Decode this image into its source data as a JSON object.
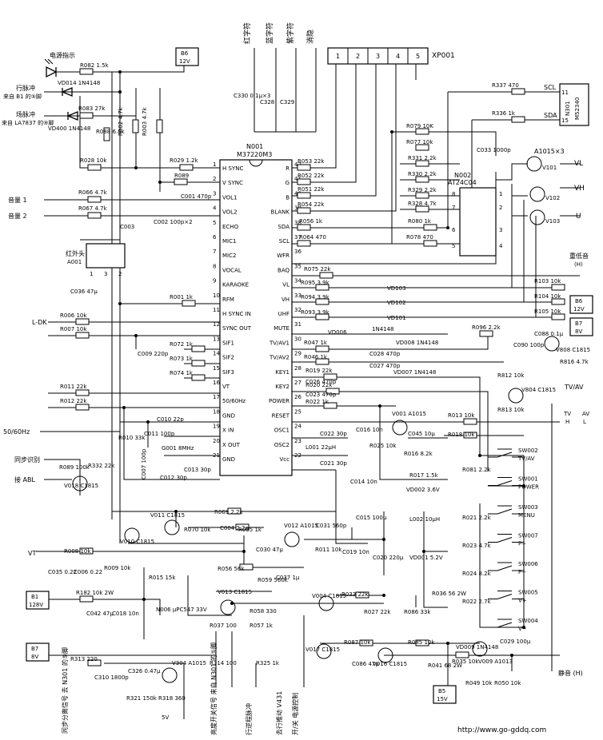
{
  "top_labels": {
    "t1": "红字符",
    "t2": "蓝字符",
    "t3": "紫字符",
    "t4": "消隐",
    "xp001": "XP001",
    "xp_pins": [
      "1",
      "2",
      "3",
      "4",
      "5"
    ]
  },
  "left_labels": {
    "power_led": "电源指示",
    "hsync_in": "行脉冲",
    "hsync_src": "来自 B1 的⑤脚",
    "vsync_in": "场脉冲",
    "vsync_src": "来自 LA7837 的⑨脚",
    "vol1": "音量 1",
    "vol2": "音量 2",
    "ir": "红外头",
    "ir_ref": "A001",
    "ldk": "L-DK",
    "ff5060": "50/60Hz",
    "sync_id": "同步识别",
    "abl": "接 ABL",
    "vt": "VT"
  },
  "bottom_labels": {
    "b1": "同步分离信号 去 N301 的⑤脚",
    "b2": "亮度开关信号 来自 N301 的⑤脚",
    "b3": "行逆程脉冲",
    "b4": "去行推动 V431",
    "b5": "开/关 电源控制",
    "url": "http://www.go-gddq.com",
    "five_v": "5V"
  },
  "chip": {
    "ref": "N001",
    "part": "M37220M3",
    "left_pins": [
      [
        "1",
        "H SYNC"
      ],
      [
        "2",
        "V SYNC"
      ],
      [
        "3",
        "VOL1"
      ],
      [
        "4",
        "VOL2"
      ],
      [
        "5",
        "ECHO"
      ],
      [
        "6",
        "MIC1"
      ],
      [
        "7",
        "MIC2"
      ],
      [
        "8",
        "VOCAL"
      ],
      [
        "9",
        "KARAOKE"
      ],
      [
        "10",
        "RFM"
      ],
      [
        "11",
        "H SYNC IN"
      ],
      [
        "12",
        "SYNC OUT"
      ],
      [
        "13",
        "SIF1"
      ],
      [
        "14",
        "SIF2"
      ],
      [
        "15",
        "SIF3"
      ],
      [
        "16",
        "VT"
      ],
      [
        "17",
        "50/60Hz"
      ],
      [
        "18",
        "GND"
      ],
      [
        "19",
        "X IN"
      ],
      [
        "20",
        "X OUT"
      ],
      [
        "21",
        "GND"
      ]
    ],
    "right_pins": [
      [
        "42",
        "R"
      ],
      [
        "41",
        "G"
      ],
      [
        "40",
        "B"
      ],
      [
        "39",
        "BLANK"
      ],
      [
        "38",
        "SDA"
      ],
      [
        "37",
        "SCL"
      ],
      [
        "36",
        "WFR"
      ],
      [
        "35",
        "BAQ"
      ],
      [
        "34",
        "VL"
      ],
      [
        "33",
        "VH"
      ],
      [
        "32",
        "UHF"
      ],
      [
        "31",
        "MUTE"
      ],
      [
        "30",
        "TV/AV1"
      ],
      [
        "29",
        "TV/AV2"
      ],
      [
        "28",
        "KEY1"
      ],
      [
        "27",
        "KEY2"
      ],
      [
        "26",
        "POWER"
      ],
      [
        "25",
        "RESET"
      ],
      [
        "24",
        "OSC1"
      ],
      [
        "23",
        "OSC2"
      ],
      [
        "22",
        "Vcc"
      ]
    ]
  },
  "eeprom": {
    "ref": "N002",
    "part": "AT24C04",
    "pins": [
      "8",
      "7",
      "6",
      "5",
      "1",
      "2",
      "3",
      "4"
    ]
  },
  "n301": {
    "ref": "N301",
    "part": "M52340",
    "pins": [
      "11",
      "15"
    ],
    "scl": "SCL",
    "sda": "SDA"
  },
  "tuner_out": {
    "title": "A1015×3",
    "vl": "VL",
    "vh": "VH",
    "u": "U",
    "v101": "V101",
    "v102": "V102",
    "v103": "V103"
  },
  "power_boxes": {
    "b6a": "B6 12V",
    "b6b": "B6 12V",
    "b7a": "B7 8V",
    "b1": "B1 128V",
    "b7b": "B7 8V",
    "b5": "B5 15V"
  },
  "right_labels": {
    "heavy_bass": "重低音",
    "heavy_bass_h": "(H)",
    "mute": "静音 (H)",
    "tvav": "TV/AV",
    "tv": "TV",
    "av": "AV",
    "h": "H",
    "l": "L"
  },
  "switches": [
    [
      "SW002",
      "TV/AV"
    ],
    [
      "SW001",
      "POWER"
    ],
    [
      "SW003",
      "MENU"
    ],
    [
      "SW007",
      "P+"
    ],
    [
      "SW006",
      "P−"
    ],
    [
      "SW005",
      "V+"
    ],
    [
      "SW004",
      "V−"
    ]
  ],
  "parts": {
    "r082": "R082 1.5k",
    "vd014": "VD014 1N4148",
    "r083": "R083 27k",
    "vd400": "VD400 1N4148",
    "r088": "R088 6.8k",
    "r002": "R002 4.7k",
    "r003": "R003 4.7k",
    "r028": "R028 10k",
    "r029": "R029 1.2k",
    "r089": "R089",
    "c001": "C001 470p",
    "r066": "R066 4.7k",
    "r067": "R067 4.7k",
    "c003": "C003",
    "c002": "C002 100p×2",
    "c036": "C036 47μ",
    "r001": "R001 1k",
    "r006": "R006 10k",
    "r007": "R007 10k",
    "c009": "C009 220p",
    "r072": "R072 1k",
    "r073": "R073 1k",
    "r074": "R074 1k",
    "r011": "R011 22k",
    "r012": "R012 22k",
    "r010": "R010 33k",
    "c010": "C010 22p",
    "c011": "C011 100p",
    "g001": "G001 8MHz",
    "c012": "C012 30p",
    "c013": "C013 30p",
    "c007": "C007 100p",
    "r089b": "R089 100k",
    "r332": "R332 22k",
    "v018": "V018 C1815",
    "c330": "C330 0.1μ×3",
    "c328": "C328",
    "c329": "C329",
    "r053": "R053 22k",
    "r052": "R052 22k",
    "r051": "R051 22k",
    "r054": "R054 22k",
    "r056": "R056 1k",
    "r064": "R064 470",
    "r075": "R075 22k",
    "r095": "R095 3.9k",
    "r094": "R094 3.9k",
    "r093": "R093 3.9k",
    "vd103": "VD103",
    "vd102": "VD102",
    "vd101": "VD101",
    "in4148": "1N4148",
    "vd006": "VD006",
    "r047": "R047 1k",
    "r046": "R046 1k",
    "c028": "C028 470p",
    "c027": "C027 470p",
    "vd008": "VD008 1N4148",
    "vd007": "VD007 1N4148",
    "r019": "R019 22k",
    "r020": "R020 22k",
    "r022": "R022 1k",
    "c026": "C026 470p",
    "c023": "C023 470p",
    "r337": "R337 470",
    "r336": "R336 1k",
    "r079": "R079 10K",
    "r077": "R077 10k",
    "c033": "C033 1000p",
    "r331": "R331 2.2k",
    "r330": "R330 2.2k",
    "r329": "R329 2.2k",
    "r328": "R328 4.7k",
    "r080": "R080 1k",
    "r078": "R078 470",
    "r103": "R103 10k",
    "r104": "R104 10k",
    "r105": "R105 10k",
    "r096": "R096 2.2k",
    "c090": "C090 100p",
    "c088": "C088 0.1μ",
    "v808": "V808 C1815",
    "r816": "R816 4.7k",
    "r812": "R812 10k",
    "r813": "R813 10k",
    "v804": "V804 C1815",
    "v001": "V001 A1015",
    "c022": "C022 30p",
    "c016": "C016 10n",
    "r025": "R025 10k",
    "c045": "C045 10μ",
    "r016": "R016 8.2k",
    "r017": "R017 1.5k",
    "vd002": "VD002 3.6V",
    "c014": "C014 10n",
    "l001": "L001 22μH",
    "c021": "C021 30p",
    "r013": "R013 10k",
    "r018": "R018 10k",
    "c015": "C015 100μ",
    "l002": "L002 10μH",
    "r081": "R081 2.2k",
    "r021": "R021 2.2k",
    "r023": "R023 4.7k",
    "r024": "R024 8.2k",
    "r022b": "R022 2.7k",
    "v011": "V011 C1815",
    "r070": "R070 10k",
    "c004": "C004 2.2n",
    "r069": "R069 2.2k",
    "r055": "R055 1k",
    "v012": "V012 A1015",
    "c031": "C031 560p",
    "c030": "C030 47μ",
    "r011b": "R011 10k",
    "c019": "C019 10n",
    "c020": "C020 220μ",
    "vd001": "VD001 5.2V",
    "v010": "V010 C1815",
    "vt": "VT",
    "r008": "R008 10k",
    "r009": "R009 10k",
    "c035": "C035 0.22",
    "c006": "C006 0.22",
    "r015": "R015 15k",
    "r056b": "R056 56k",
    "r059": "R059 560k",
    "c037": "C037 1μ",
    "r182": "R182 10k 2W",
    "c042": "C042 47μ",
    "c018": "C018 10n",
    "n006": "N006 μPC547 33V",
    "v013": "V013 C1815",
    "r058": "R058 330",
    "r057": "R057 1k",
    "r037": "R037 100",
    "v004": "V004 C1815",
    "r033": "R033 22k",
    "r027": "R027 22k",
    "r086": "R086 33k",
    "r036": "R036 56 2W",
    "r313": "R313 220",
    "c310": "C310 1800p",
    "c326": "C326 0.47μ",
    "v304": "V304 A1015",
    "r321": "R321 150k",
    "r318": "R318 360",
    "r314": "R314 100",
    "r325": "R325 1k",
    "v017": "V017 C1815",
    "r087": "R087 10k",
    "c086": "C086 47μ",
    "v016": "V016 C1815",
    "r085": "R085 10k",
    "r041": "R041 68 2W",
    "vd009": "VD009 1N4148",
    "r035": "R035 10k",
    "v009": "V009 A1013",
    "c029": "C029 100μ",
    "r049": "R049 10k",
    "r050": "R050 10k"
  }
}
